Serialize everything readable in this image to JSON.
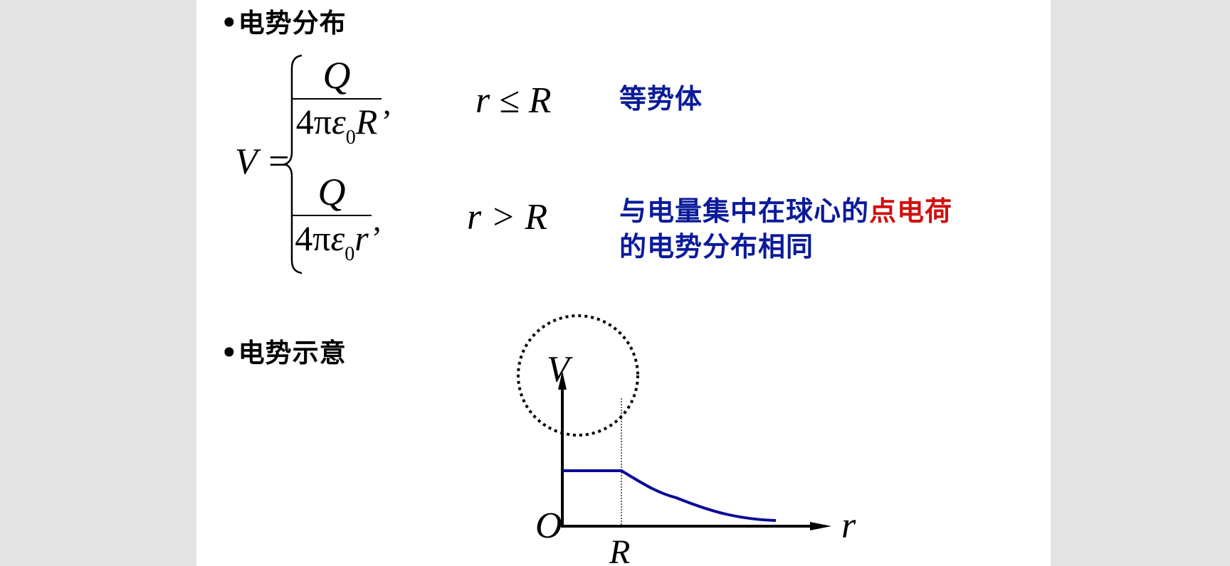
{
  "section1": {
    "bullet": "•",
    "title": "电势分布"
  },
  "formula": {
    "lhs": "V =",
    "case1": {
      "numerator": "Q",
      "denominator_prefix": "4π",
      "epsilon": "ε",
      "epsilon_sub": "0",
      "denominator_var": "R",
      "condition": "r ≤ R",
      "note": "等势体"
    },
    "case2": {
      "numerator": "Q",
      "denominator_prefix": "4π",
      "epsilon": "ε",
      "epsilon_sub": "0",
      "denominator_var": "r",
      "condition": "r > R",
      "note_part1": "与电量集中在球心的",
      "note_highlight": "点电荷",
      "note_part2": "的电势分布相同"
    },
    "comma": ","
  },
  "section2": {
    "bullet": "•",
    "title": "电势示意"
  },
  "colors": {
    "note_blue": "#0a1a9a",
    "highlight_red": "#d01010",
    "curve_blue": "#0a0a96",
    "background": "#e3e3e3",
    "page": "#ffffff"
  },
  "chart_data": {
    "type": "line",
    "title": "电势示意",
    "xlabel": "r",
    "ylabel": "V",
    "origin_label": "O",
    "x_tick_labels": [
      "R"
    ],
    "series": [
      {
        "name": "V(r)",
        "description": "constant for r ≤ R, decays as 1/r for r > R",
        "x": [
          0,
          1,
          1.5,
          2,
          2.5,
          3,
          3.5
        ],
        "values": [
          1,
          1,
          0.67,
          0.5,
          0.4,
          0.33,
          0.29
        ]
      }
    ],
    "annotations": [
      "dotted circle around V-axis top (sphere of radius R)",
      "dotted vertical line at r = R"
    ]
  }
}
